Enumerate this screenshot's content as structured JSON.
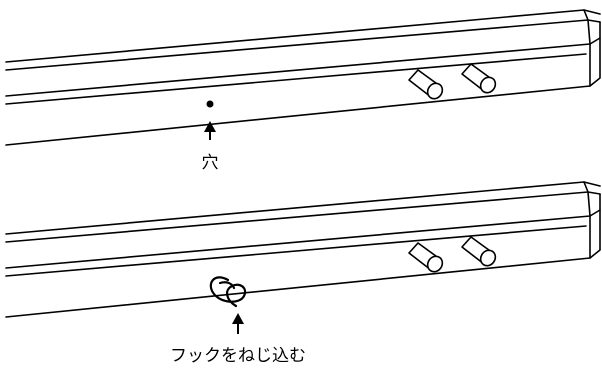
{
  "panels": [
    {
      "label": "穴"
    },
    {
      "label": "フックをねじ込む"
    }
  ],
  "icons": [
    "hole-dot",
    "up-arrow-icon",
    "peg",
    "screw-hook"
  ]
}
